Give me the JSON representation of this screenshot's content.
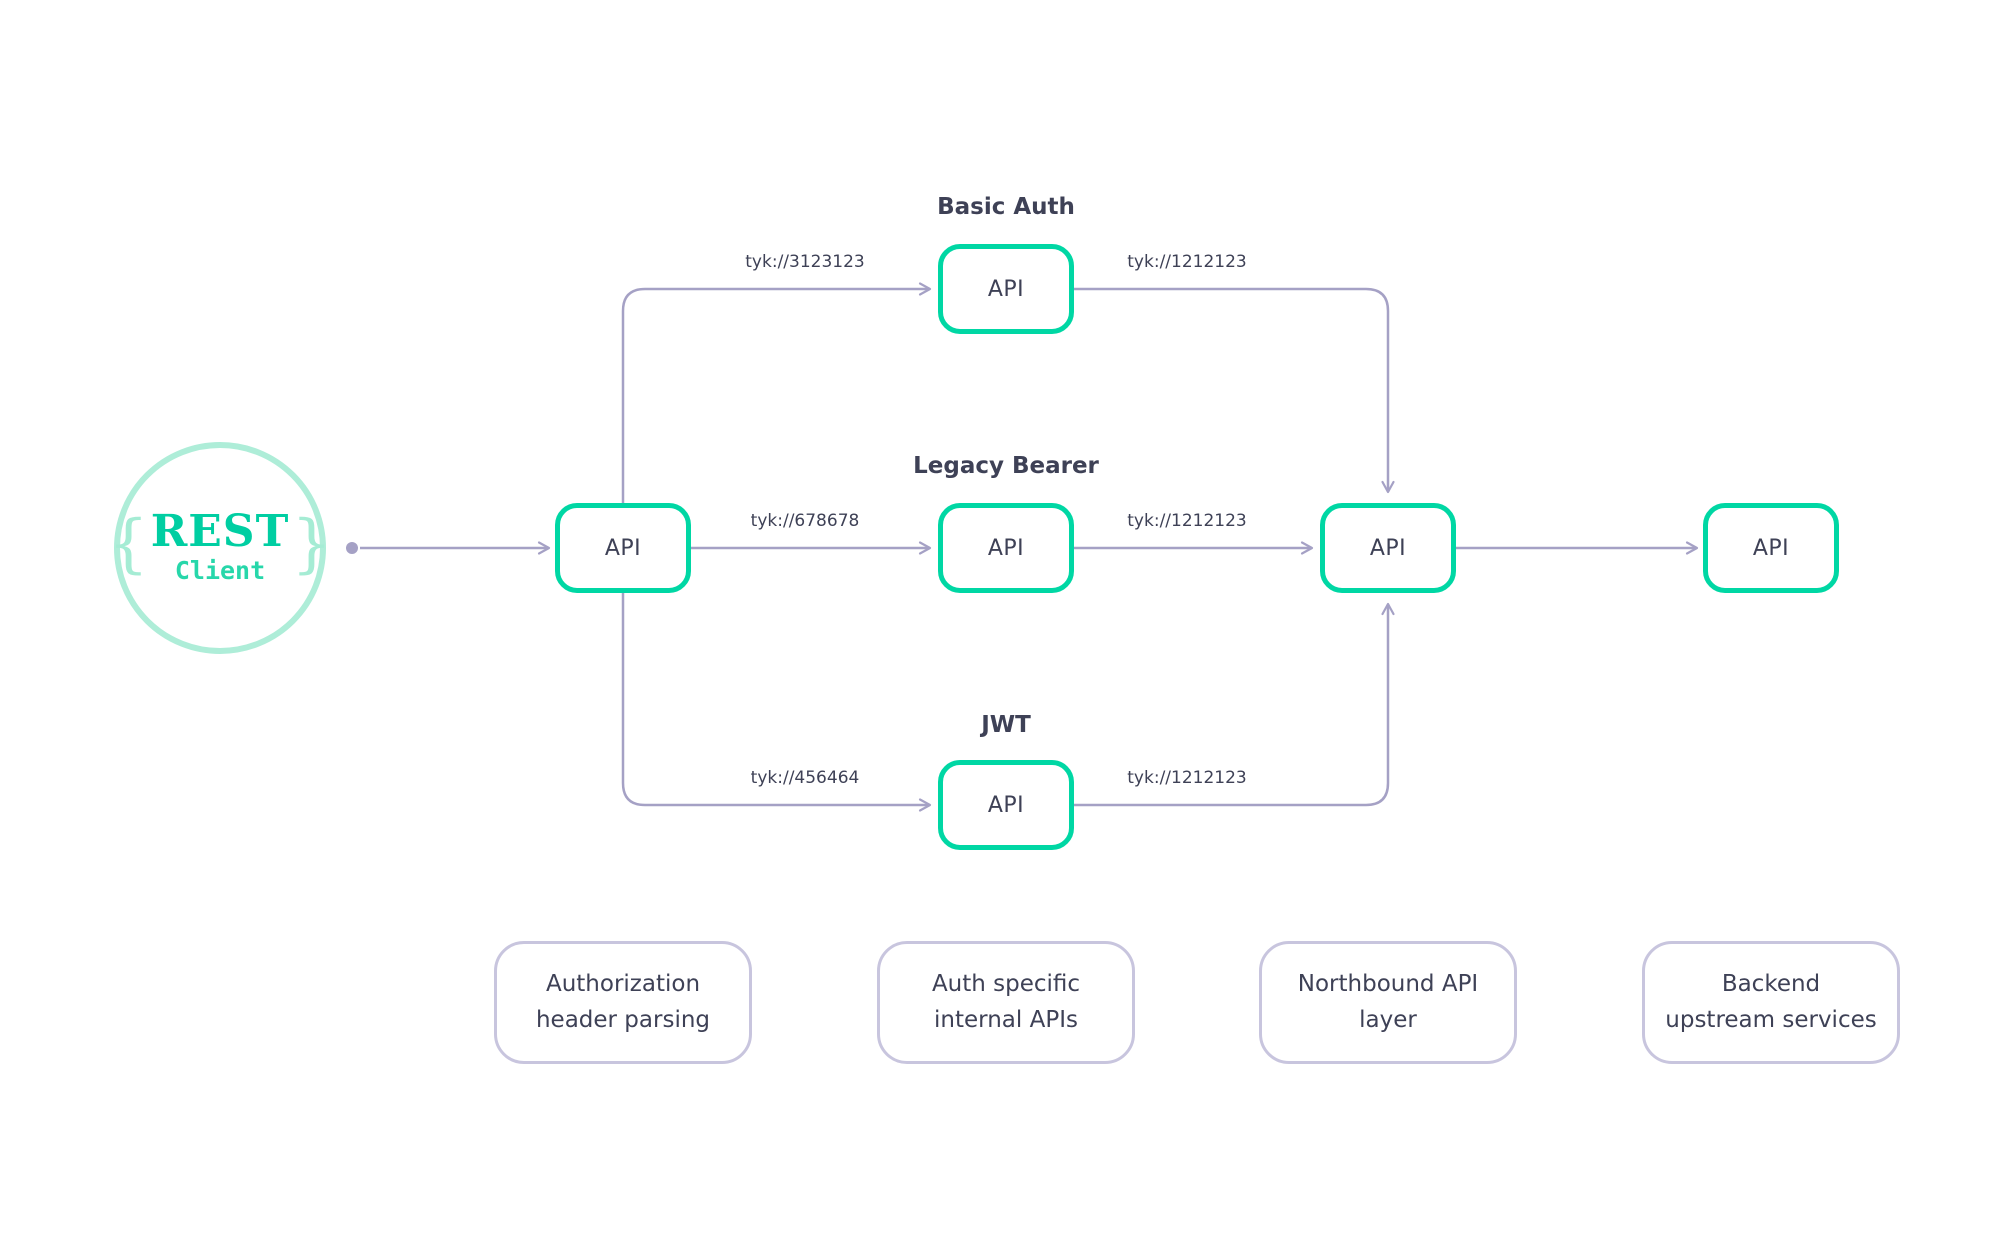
{
  "client": {
    "brace_left": "{",
    "brace_right": "}",
    "title": "REST",
    "subtitle": "Client"
  },
  "nodes": {
    "gateway": {
      "label": "API"
    },
    "basic_auth": {
      "title": "Basic Auth",
      "label": "API"
    },
    "legacy_bearer": {
      "title": "Legacy Bearer",
      "label": "API"
    },
    "jwt": {
      "title": "JWT",
      "label": "API"
    },
    "northbound": {
      "label": "API"
    },
    "backend": {
      "label": "API"
    }
  },
  "edges": {
    "to_basic_auth": "tyk://3123123",
    "to_legacy_bearer": "tyk://678678",
    "to_jwt": "tyk://456464",
    "basic_auth_out": "tyk://1212123",
    "legacy_bearer_out": "tyk://1212123",
    "jwt_out": "tyk://1212123"
  },
  "legend": [
    {
      "label": "Authorization header parsing"
    },
    {
      "label": "Auth specific internal APIs"
    },
    {
      "label": "Northbound API layer"
    },
    {
      "label": "Backend upstream services"
    }
  ],
  "colors": {
    "accent": "#00D7A4",
    "accent_light": "#AEEDD8",
    "line": "#A5A1C5",
    "text": "#3E4156",
    "legend_border": "#C8C5DE"
  }
}
